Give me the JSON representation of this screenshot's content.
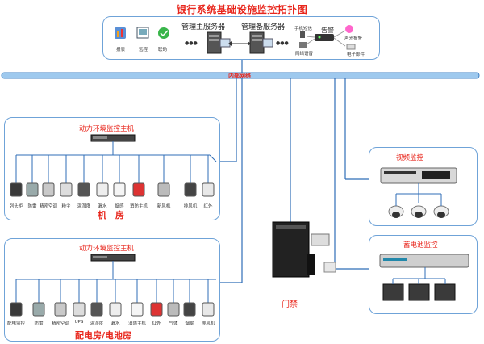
{
  "title": "银行系统基础设施监控拓扑图",
  "top": {
    "server_main": "管理主服务器",
    "server_backup": "管理备服务器",
    "left_icons": [
      "报表",
      "远程",
      "联动"
    ],
    "dots": "●●●",
    "right_icons": [
      "手机短信",
      "告警",
      "声光报警",
      "网络语音",
      "电子邮件"
    ]
  },
  "network_label": "内部网络",
  "room1": {
    "host": "动力环境监控主机",
    "devices": [
      "列头柜",
      "防雷",
      "精密空调",
      "粉尘",
      "温湿度",
      "漏水",
      "烟感",
      "消防主机",
      "新风机",
      "排风机",
      "红外"
    ],
    "name": "机　房"
  },
  "room2": {
    "host": "动力环境监控主机",
    "devices": [
      "配电监控",
      "防雷",
      "精密空调",
      "UPS",
      "温湿度",
      "漏水",
      "消防主机",
      "红外",
      "气体",
      "烟雾",
      "排风机"
    ],
    "name": "配电房/电池房"
  },
  "video": {
    "title": "视频监控"
  },
  "battery": {
    "title": "蓄电池监控"
  },
  "door": {
    "title": "门禁"
  }
}
